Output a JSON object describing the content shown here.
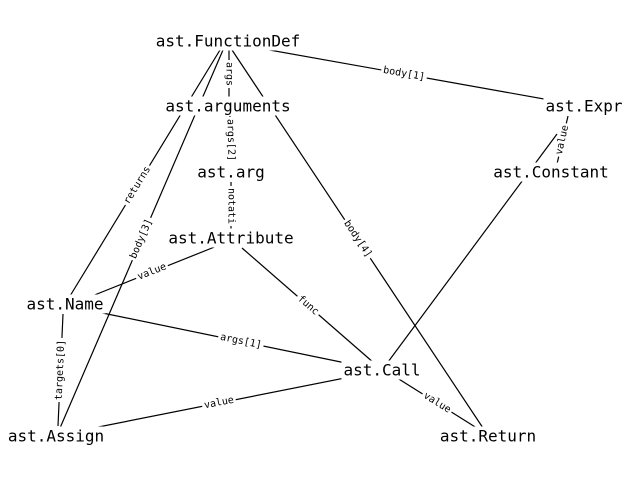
{
  "colors": {
    "background": "#ffffff",
    "ink": "#000000"
  },
  "nodes": [
    {
      "id": "functiondef",
      "label": "ast.FunctionDef"
    },
    {
      "id": "arguments",
      "label": "ast.arguments"
    },
    {
      "id": "expr",
      "label": "ast.Expr"
    },
    {
      "id": "arg",
      "label": "ast.arg"
    },
    {
      "id": "constant",
      "label": "ast.Constant"
    },
    {
      "id": "attribute",
      "label": "ast.Attribute"
    },
    {
      "id": "name",
      "label": "ast.Name"
    },
    {
      "id": "call",
      "label": "ast.Call"
    },
    {
      "id": "assign",
      "label": "ast.Assign"
    },
    {
      "id": "return",
      "label": "ast.Return"
    }
  ],
  "edges": [
    {
      "id": "e-fd-expr",
      "source": "functiondef",
      "target": "expr",
      "label": "body[1]"
    },
    {
      "id": "e-fd-args",
      "source": "functiondef",
      "target": "arguments",
      "label": "args"
    },
    {
      "id": "e-args-arg",
      "source": "arguments",
      "target": "arg",
      "label": "args[2]"
    },
    {
      "id": "e-arg-attr",
      "source": "arg",
      "target": "attribute",
      "label": "notati"
    },
    {
      "id": "e-fd-name",
      "source": "functiondef",
      "target": "name",
      "label": "returns"
    },
    {
      "id": "e-fd-assign",
      "source": "functiondef",
      "target": "assign",
      "label": "body[3]"
    },
    {
      "id": "e-fd-return",
      "source": "functiondef",
      "target": "return",
      "label": "body[4]"
    },
    {
      "id": "e-expr-const",
      "source": "expr",
      "target": "constant",
      "label": "value"
    },
    {
      "id": "e-attr-name",
      "source": "attribute",
      "target": "name",
      "label": "value"
    },
    {
      "id": "e-attr-call",
      "source": "attribute",
      "target": "call",
      "label": "func"
    },
    {
      "id": "e-name-call",
      "source": "name",
      "target": "call",
      "label": "args[1]"
    },
    {
      "id": "e-assign-name",
      "source": "assign",
      "target": "name",
      "label": "targets[0]"
    },
    {
      "id": "e-assign-call",
      "source": "assign",
      "target": "call",
      "label": "value"
    },
    {
      "id": "e-return-call",
      "source": "return",
      "target": "call",
      "label": "value"
    },
    {
      "id": "e-expr-call",
      "source": "expr",
      "target": "call",
      "label": ""
    }
  ]
}
